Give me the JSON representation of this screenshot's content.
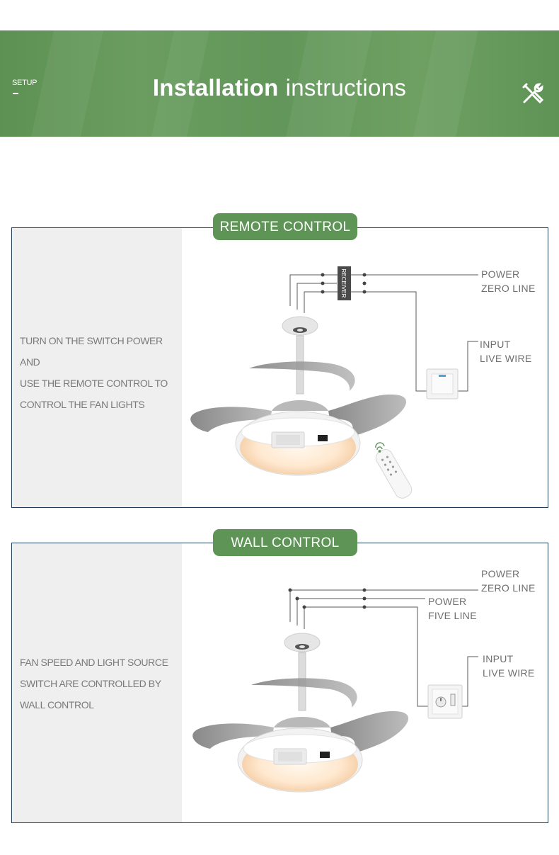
{
  "header": {
    "setup_label": "SETUP",
    "title_bold": "Installation",
    "title_rest": "instructions",
    "icon": "tools-icon",
    "color": "#5e9556"
  },
  "remote_section": {
    "badge": "REMOTE CONTROL",
    "description": [
      "TURN ON THE SWITCH POWER AND",
      "USE THE REMOTE CONTROL TO",
      "CONTROL THE FAN LIGHTS"
    ],
    "receiver_label": "RECEIVER",
    "labels": {
      "power": "POWER",
      "zero_line": "ZERO LINE",
      "input": "INPUT",
      "live_wire": "LIVE WIRE"
    }
  },
  "wall_section": {
    "badge": "WALL CONTROL",
    "description": [
      "FAN SPEED AND LIGHT SOURCE",
      "SWITCH ARE CONTROLLED BY",
      "WALL CONTROL"
    ],
    "labels": {
      "power1": "POWER",
      "zero_line": "ZERO LINE",
      "power2": "POWER",
      "five_line": "FIVE LINE",
      "input": "INPUT",
      "live_wire": "LIVE WIRE"
    }
  }
}
